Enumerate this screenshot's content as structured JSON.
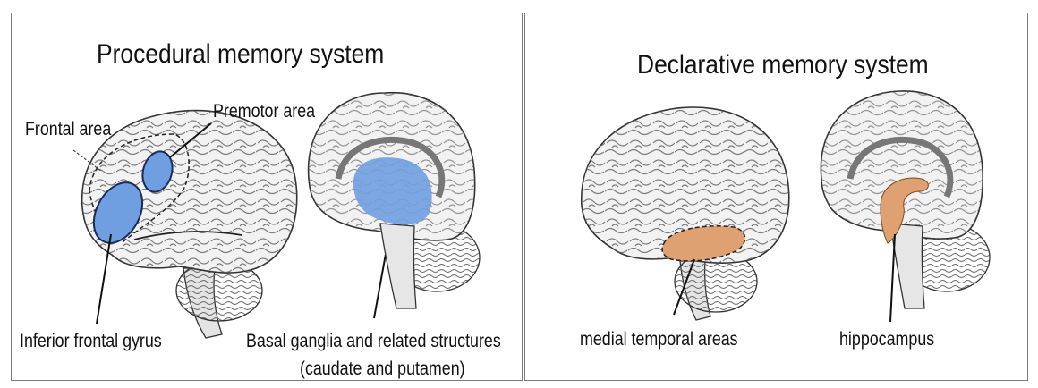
{
  "panels": [
    {
      "title": "Procedural memory system",
      "labels": {
        "frontal": "Frontal area",
        "premotor": "Premotor area",
        "inferior": "Inferior frontal gyrus",
        "basal_line1": "Basal ganglia and related structures",
        "basal_line2": "(caudate and putamen)"
      },
      "highlight_color": "#6f9fe0"
    },
    {
      "title": "Declarative memory system",
      "labels": {
        "mta": "medial temporal areas",
        "hippocampus": "hippocampus"
      },
      "highlight_color": "#e0a172"
    }
  ]
}
